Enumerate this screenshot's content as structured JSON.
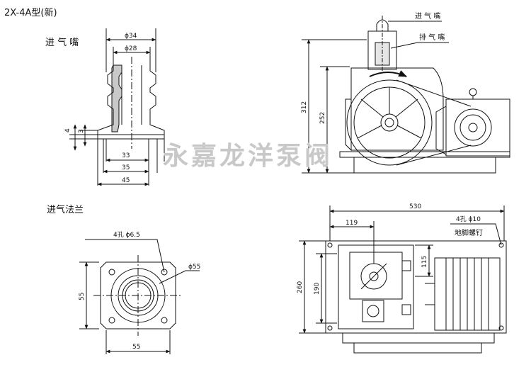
{
  "title": "2X-4A型(新)",
  "section_inlet_nozzle": "进 气 嘴",
  "section_inlet_flange": "进气法兰",
  "label_inlet_nozzle": "进 气 嘴",
  "label_exhaust_nozzle": "排 气 嘴",
  "label_foundation_bolts": "地脚螺钉",
  "watermark": "永嘉龙洋泵阀",
  "nozzle_dims": {
    "d34": "ϕ34",
    "d28": "ϕ28",
    "h4": "4",
    "h3": "3",
    "w33": "33",
    "w35": "35",
    "w45": "45"
  },
  "flange_dims": {
    "holes": "4孔 ϕ6.5",
    "d55": "ϕ55",
    "side": "55",
    "bottom": "55"
  },
  "front_dims": {
    "h312": "312",
    "h252": "252"
  },
  "top_dims": {
    "w530": "530",
    "w119": "119",
    "h260": "260",
    "h190": "190",
    "h115": "115",
    "holes": "4孔 ϕ10"
  }
}
